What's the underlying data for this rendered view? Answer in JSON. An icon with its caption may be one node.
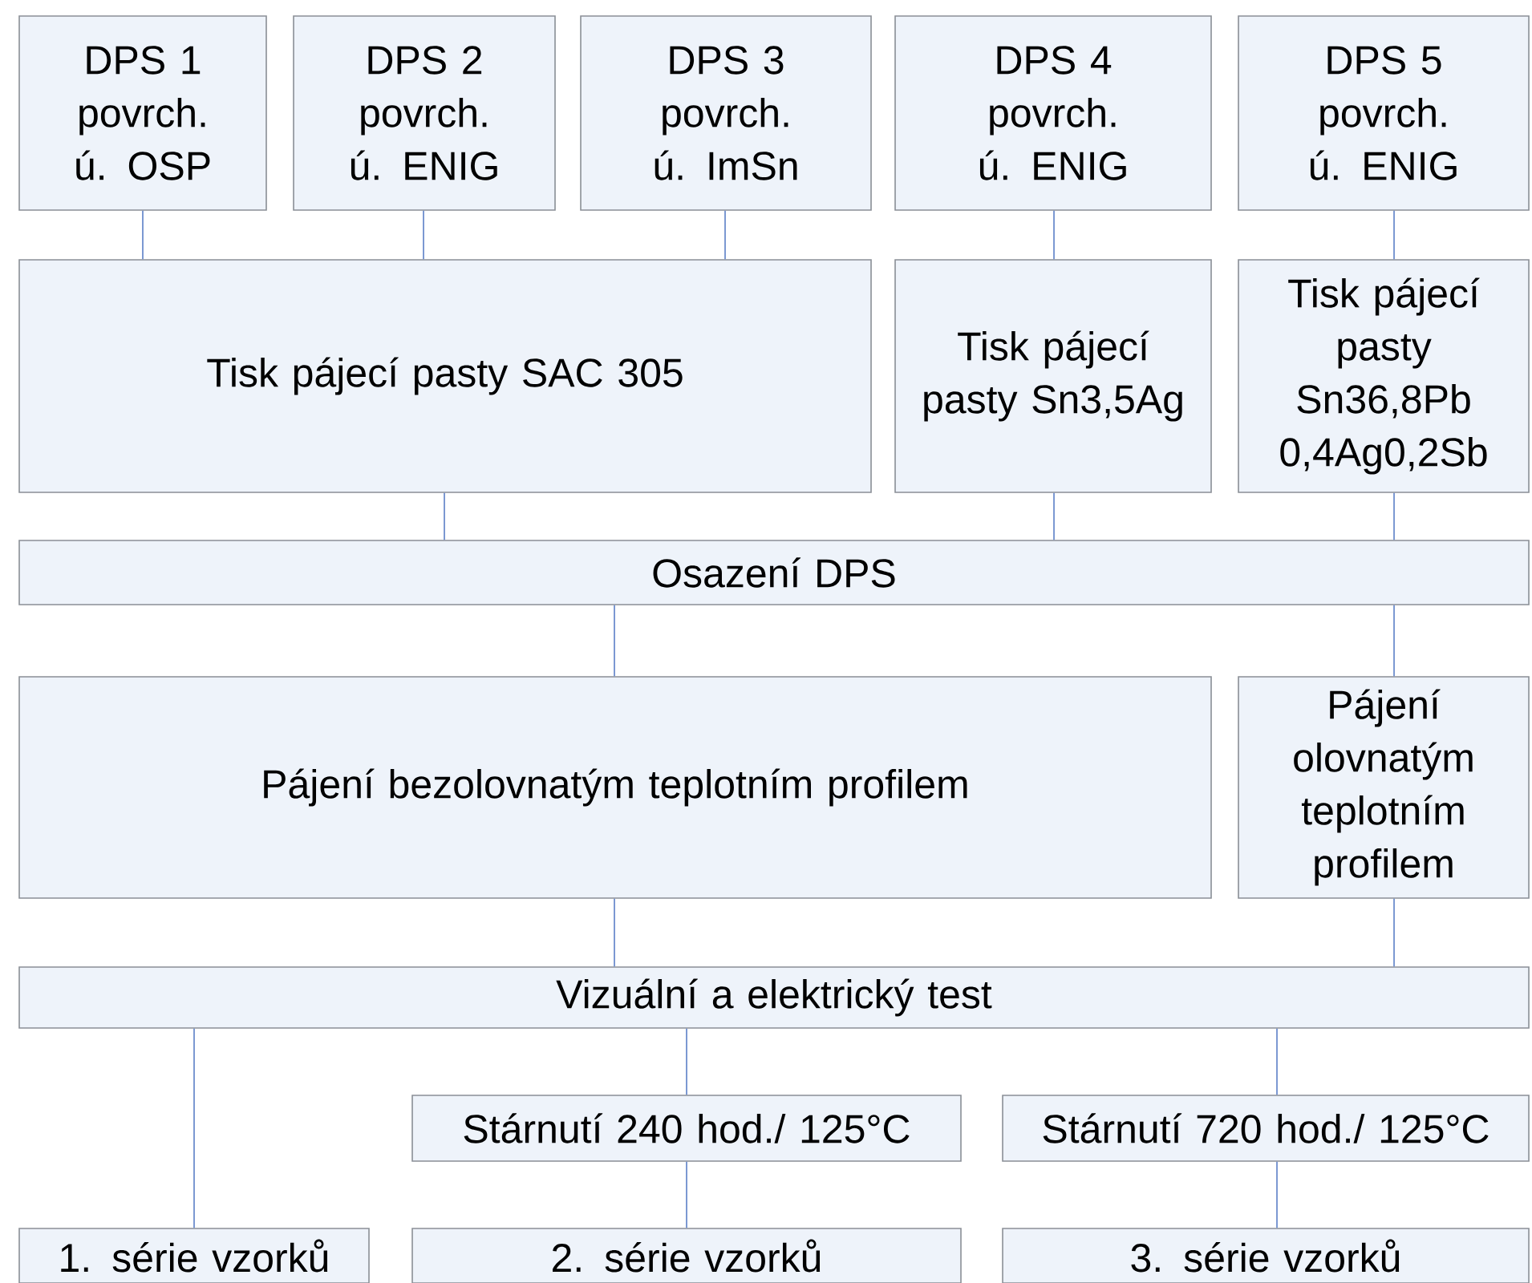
{
  "diagram": {
    "nodes": [
      {
        "text": [
          "DPS 1 povrch. ú. OSP"
        ]
      },
      {
        "text": [
          "DPS 2 povrch. ú. ENIG"
        ]
      },
      {
        "text": [
          "DPS 3 povrch. ú. ImSn"
        ]
      },
      {
        "text": [
          "DPS 4 povrch. ú. ENIG"
        ]
      },
      {
        "text": [
          "DPS 5 povrch. ú. ENIG"
        ]
      },
      {
        "text": [
          "Tisk pájecí pasty SAC 305"
        ]
      },
      {
        "text": [
          "Tisk pájecí pasty Sn3,5Ag"
        ]
      },
      {
        "text": [
          "Tisk pájecí pasty Sn36,8Pb 0,4Ag0,2Sb"
        ]
      },
      {
        "text": [
          "Osazení DPS"
        ]
      },
      {
        "text": [
          "Pájení bezolovnatým teplotním profilem"
        ]
      },
      {
        "text": [
          "Pájení olovnatým teplotním profilem"
        ]
      },
      {
        "text": [
          "Vizuální a elektrický test"
        ]
      },
      {
        "text": [
          "Stárnutí 240 hod./ 125°C"
        ]
      },
      {
        "text": [
          "Stárnutí 720 hod./ 125°C"
        ]
      },
      {
        "text": [
          "1. série vzorků"
        ]
      },
      {
        "text": [
          "2. série vzorků"
        ]
      },
      {
        "text": [
          "3. série vzorků"
        ]
      }
    ],
    "edges": [
      {
        "from": 0,
        "to": 5,
        "arrow": "none"
      },
      {
        "from": 1,
        "to": 5,
        "arrow": "none"
      },
      {
        "from": 2,
        "to": 5,
        "arrow": "none"
      },
      {
        "from": 3,
        "to": 6,
        "arrow": "none"
      },
      {
        "from": 4,
        "to": 7,
        "arrow": "none"
      },
      {
        "from": 5,
        "to": 8,
        "arrow": "none"
      },
      {
        "from": 6,
        "to": 8,
        "arrow": "none"
      },
      {
        "from": 7,
        "to": 8,
        "arrow": "none"
      },
      {
        "from": 8,
        "to": 9,
        "arrow": "none"
      },
      {
        "from": 8,
        "to": 10,
        "arrow": "none"
      },
      {
        "from": 9,
        "to": 11,
        "arrow": "none"
      },
      {
        "from": 10,
        "to": 11,
        "arrow": "none"
      },
      {
        "from": 11,
        "to": 14,
        "arrow": "none"
      },
      {
        "from": 11,
        "to": 12,
        "arrow": "none"
      },
      {
        "from": 11,
        "to": 13,
        "arrow": "none"
      },
      {
        "from": 12,
        "to": 15,
        "arrow": "none"
      },
      {
        "from": 13,
        "to": 16,
        "arrow": "none"
      }
    ]
  }
}
